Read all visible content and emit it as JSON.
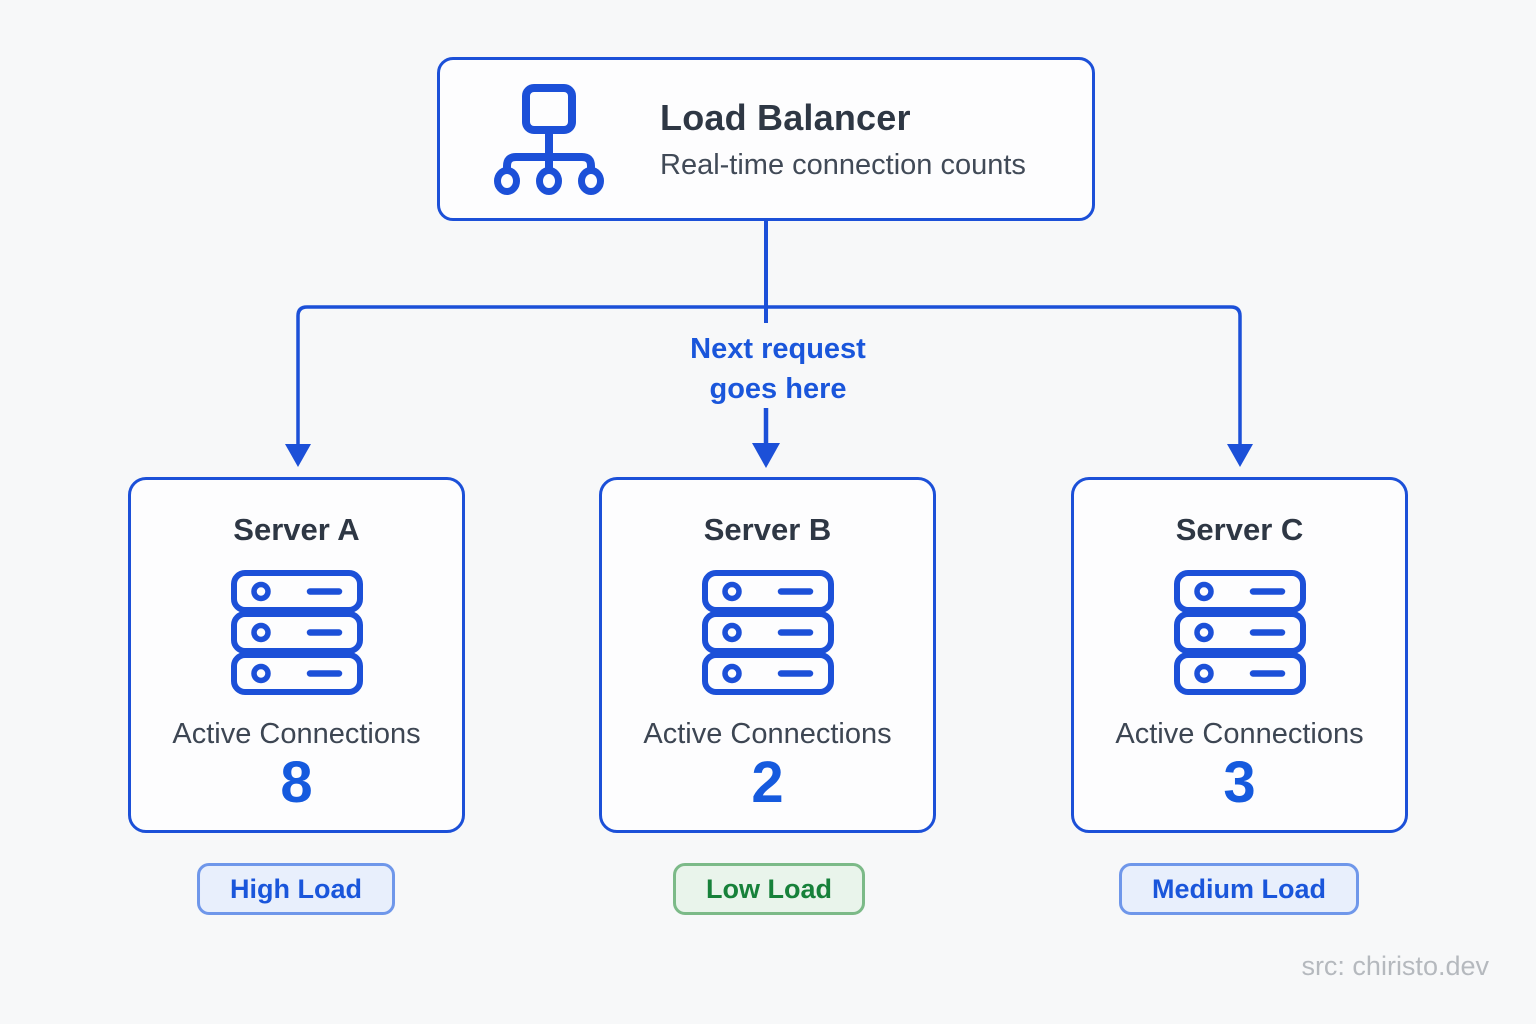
{
  "load_balancer": {
    "title": "Load Balancer",
    "subtitle": "Real-time connection counts"
  },
  "annotation": {
    "line1": "Next request",
    "line2": "goes here"
  },
  "servers": [
    {
      "name": "Server A",
      "connections_label": "Active Connections",
      "connections": "8",
      "badge": "High Load",
      "badge_style": "blue"
    },
    {
      "name": "Server B",
      "connections_label": "Active Connections",
      "connections": "2",
      "badge": "Low Load",
      "badge_style": "green"
    },
    {
      "name": "Server C",
      "connections_label": "Active Connections",
      "connections": "3",
      "badge": "Medium Load",
      "badge_style": "blue"
    }
  ],
  "source_credit": "src: chiristo.dev",
  "colors": {
    "diagram_blue": "#1c50d8",
    "text_blue": "#1a56db",
    "dark_text": "#2e3744",
    "gray_text": "#3d4653",
    "background": "#f7f8f9",
    "badge_blue_bg": "#e8effc",
    "badge_blue_border": "#6f97ea",
    "badge_green_bg": "#e9f4eb",
    "badge_green_border": "#7cba88",
    "badge_green_text": "#17813a",
    "credit_gray": "#b5b9be"
  }
}
